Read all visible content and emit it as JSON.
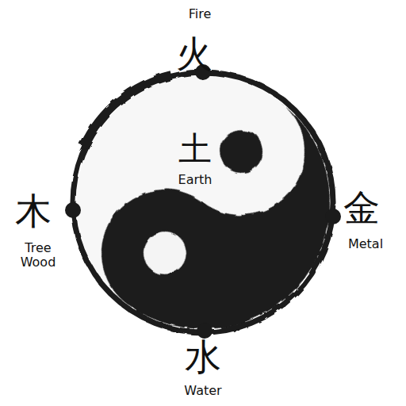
{
  "diagram": {
    "labels": [
      "Fire",
      "火",
      "土",
      "Earth",
      "木",
      "Tree Wood",
      "金",
      "Metal",
      "水",
      "Water"
    ]
  }
}
